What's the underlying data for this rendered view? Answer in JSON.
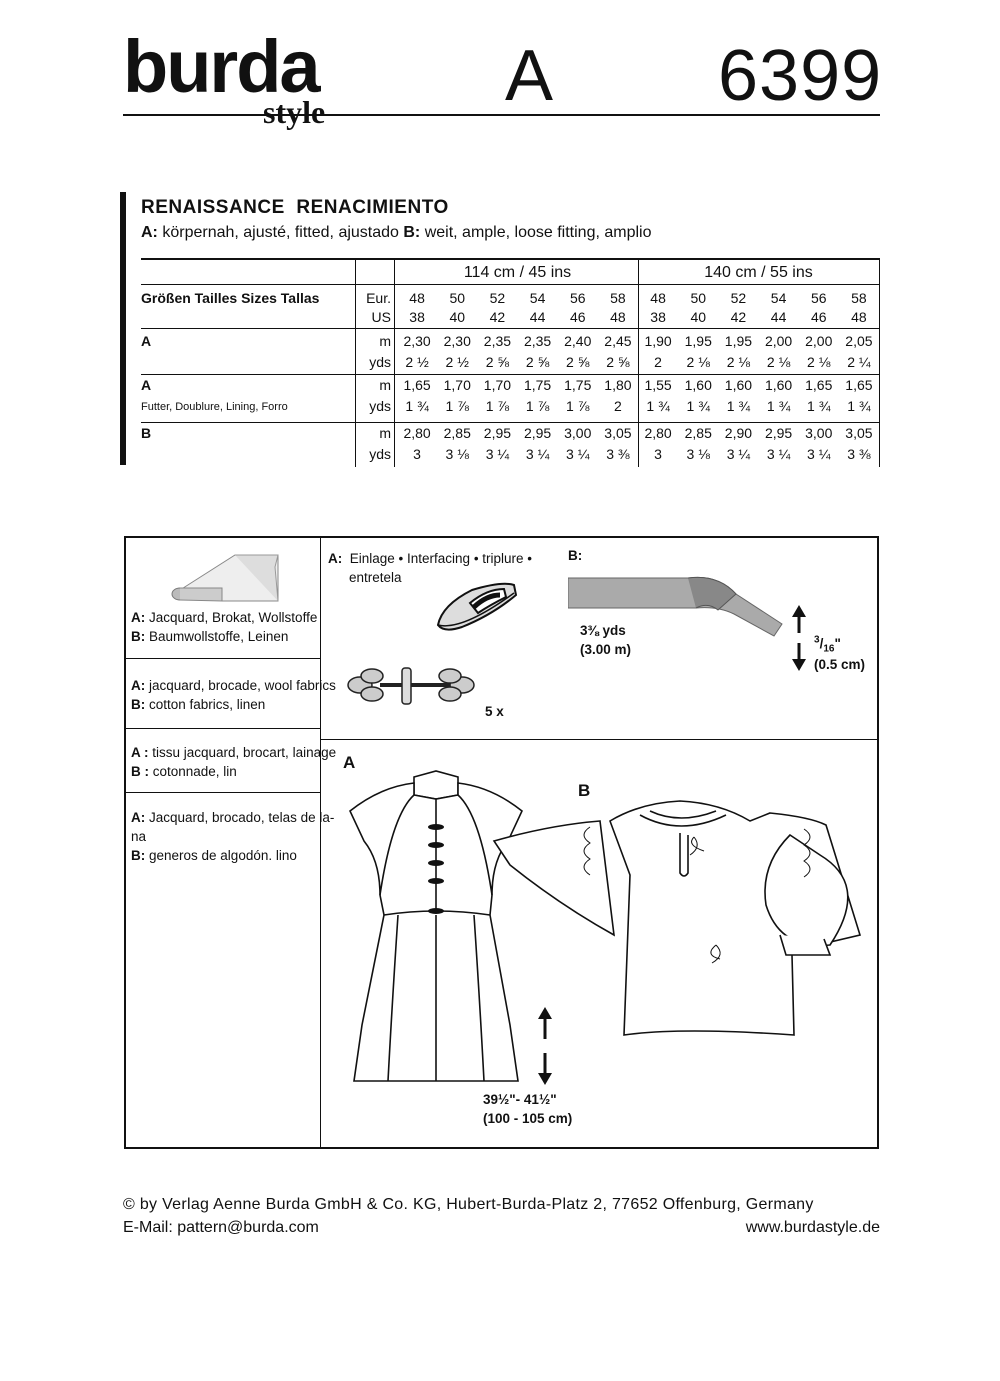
{
  "header": {
    "brand": "burda",
    "brand_sub": "style",
    "view_letter": "A",
    "pattern_number": "6399"
  },
  "title": {
    "line1": "RENAISSANCE  RENACIMIENTO",
    "a_label": "A:",
    "a_text": " körpernah, ajusté, fitted, ajustado ",
    "b_label": "B:",
    "b_text": " weit, ample, loose fitting, amplio"
  },
  "table": {
    "width_1": "114 cm / 45 ins",
    "width_2": "140 cm / 55 ins",
    "sizes_label": "Größen  Tailles  Sizes  Tallas",
    "eur_label": "Eur.",
    "us_label": "US",
    "eur_sizes": [
      "48",
      "50",
      "52",
      "54",
      "56",
      "58",
      "48",
      "50",
      "52",
      "54",
      "56",
      "58"
    ],
    "us_sizes": [
      "38",
      "40",
      "42",
      "44",
      "46",
      "48",
      "38",
      "40",
      "42",
      "44",
      "46",
      "48"
    ],
    "rows": [
      {
        "label": "A",
        "sublabel": "",
        "unit_m": "m",
        "unit_yds": "yds",
        "m": [
          "2,30",
          "2,30",
          "2,35",
          "2,35",
          "2,40",
          "2,45",
          "1,90",
          "1,95",
          "1,95",
          "2,00",
          "2,00",
          "2,05"
        ],
        "yds": [
          "2 ½",
          "2 ½",
          "2 ⅝",
          "2 ⅝",
          "2 ⅝",
          "2 ⅝",
          "2",
          "2 ⅛",
          "2 ⅛",
          "2 ⅛",
          "2 ⅛",
          "2 ¼"
        ]
      },
      {
        "label": "A",
        "sublabel": "Futter, Doublure, Lining, Forro",
        "unit_m": "m",
        "unit_yds": "yds",
        "m": [
          "1,65",
          "1,70",
          "1,70",
          "1,75",
          "1,75",
          "1,80",
          "1,55",
          "1,60",
          "1,60",
          "1,60",
          "1,65",
          "1,65"
        ],
        "yds": [
          "1 ¾",
          "1 ⅞",
          "1 ⅞",
          "1 ⅞",
          "1 ⅞",
          "2",
          "1 ¾",
          "1 ¾",
          "1 ¾",
          "1 ¾",
          "1 ¾",
          "1 ¾"
        ]
      },
      {
        "label": "B",
        "sublabel": "",
        "unit_m": "m",
        "unit_yds": "yds",
        "m": [
          "2,80",
          "2,85",
          "2,95",
          "2,95",
          "3,00",
          "3,05",
          "2,80",
          "2,85",
          "2,90",
          "2,95",
          "3,00",
          "3,05"
        ],
        "yds": [
          "3",
          "3 ⅛",
          "3 ¼",
          "3 ¼",
          "3 ¼",
          "3 ⅜",
          "3",
          "3 ⅛",
          "3 ¼",
          "3 ¼",
          "3 ¼",
          "3 ⅜"
        ]
      }
    ]
  },
  "fabrics": {
    "de_a": "A:",
    "de_a_text": " Jacquard, Brokat, Wollstoffe",
    "de_b": "B:",
    "de_b_text": " Baumwollstoffe, Leinen",
    "en_a": "A:",
    "en_a_text": " jacquard, brocade, wool fabrics",
    "en_b": "B:",
    "en_b_text": " cotton fabrics, linen",
    "fr_a": "A :",
    "fr_a_text": " tissu jacquard, brocart, lainage",
    "fr_b": "B :",
    "fr_b_text": " cotonnade, lin",
    "es_a": "A:",
    "es_a_text": " Jacquard, brocado, telas de la-",
    "es_a_text2": "na",
    "es_b": "B:",
    "es_b_text": " generos de algodón. lino"
  },
  "notions": {
    "a_label": "A:",
    "a_line1": "Einlage • Interfacing • triplure •",
    "a_line2": "entretela",
    "frog_qty": "5 x",
    "b_label": "B:",
    "ribbon_yds": "3⅜ yds",
    "ribbon_m": "(3.00 m)",
    "ribbon_width_in": "3/16\"",
    "ribbon_width_in_num": "3",
    "ribbon_width_in_den": "16",
    "ribbon_width_in_mark": "\"",
    "ribbon_width_cm": "(0.5 cm)"
  },
  "views": {
    "a_label": "A",
    "b_label": "B",
    "length_in": "39½\"- 41½\"",
    "length_cm": "(100 - 105 cm)"
  },
  "footer": {
    "copyright": "© by Verlag Aenne Burda GmbH & Co. KG, Hubert-Burda-Platz 2, 77652 Offenburg, Germany",
    "email": "E-Mail: pattern@burda.com",
    "website": "www.burdastyle.de"
  }
}
